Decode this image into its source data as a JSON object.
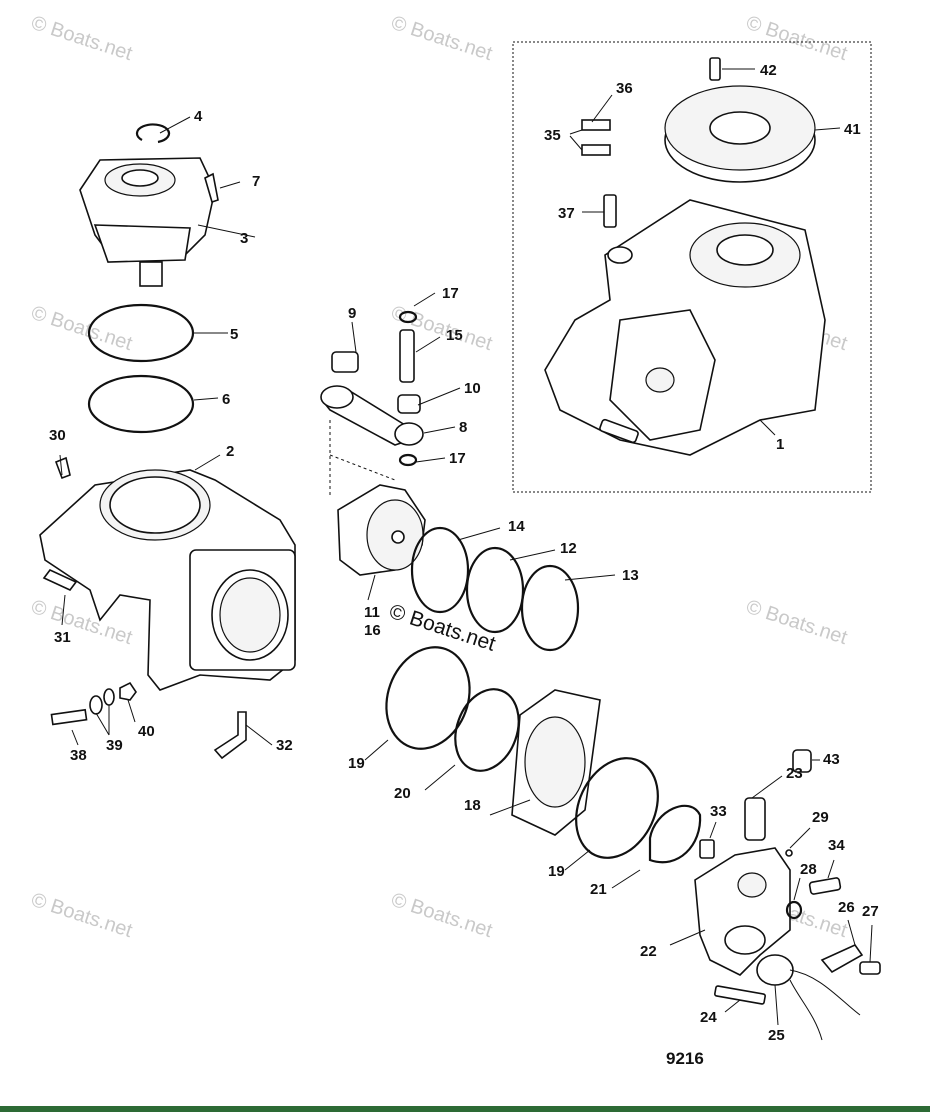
{
  "diagram": {
    "drawing_number": "9216",
    "center_watermark": "© Boats.net",
    "watermark_text": "© Boats.net",
    "callouts": {
      "c1": "1",
      "c2": "2",
      "c3": "3",
      "c4": "4",
      "c5": "5",
      "c6": "6",
      "c7": "7",
      "c8": "8",
      "c9": "9",
      "c10": "10",
      "c11": "11",
      "c12": "12",
      "c13": "13",
      "c14": "14",
      "c15": "15",
      "c16": "16",
      "c17a": "17",
      "c17b": "17",
      "c18": "18",
      "c19a": "19",
      "c19b": "19",
      "c20": "20",
      "c21": "21",
      "c22": "22",
      "c23": "23",
      "c24": "24",
      "c25": "25",
      "c26": "26",
      "c27": "27",
      "c28": "28",
      "c29": "29",
      "c30": "30",
      "c31": "31",
      "c32": "32",
      "c33": "33",
      "c34": "34",
      "c35": "35",
      "c36": "36",
      "c37": "37",
      "c38": "38",
      "c39": "39",
      "c40": "40",
      "c41": "41",
      "c42": "42",
      "c43": "43"
    }
  }
}
